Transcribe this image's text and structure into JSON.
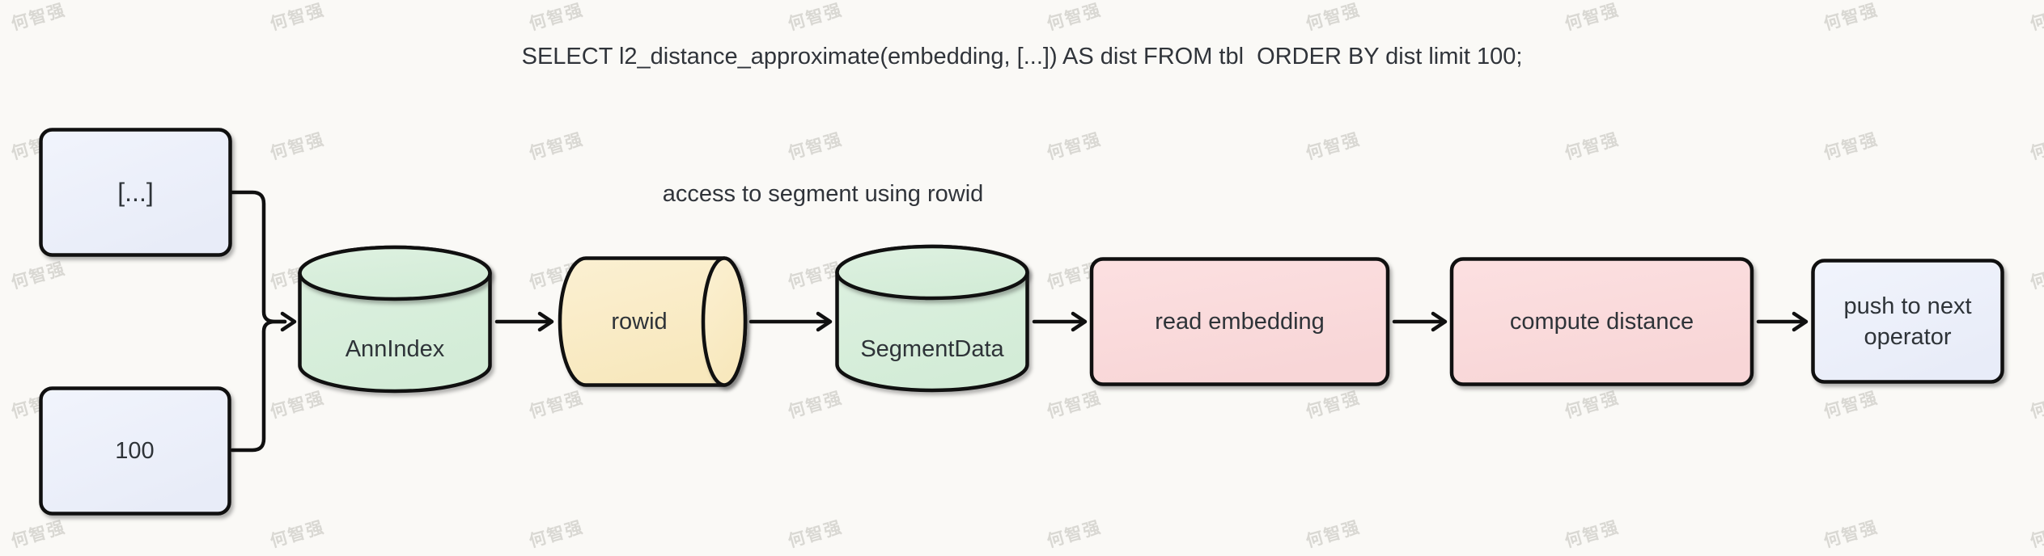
{
  "title": "SELECT l2_distance_approximate(embedding, [...]) AS dist FROM tbl  ORDER BY dist limit 100;",
  "annotation": "access to segment using rowid",
  "watermark": {
    "text": "何智强"
  },
  "colors": {
    "background": "#faf9f6",
    "stroke": "#101010",
    "input_fill": "#edf0fa",
    "index_fill": "#d8eedb",
    "rowid_fill": "#faecc8",
    "operator_fill": "#fadadb",
    "text": "#2e3338"
  },
  "nodes": {
    "vector_input": {
      "label": "[...]"
    },
    "limit_input": {
      "label": "100"
    },
    "ann_index": {
      "label": "AnnIndex"
    },
    "rowid": {
      "label": "rowid"
    },
    "segment_data": {
      "label": "SegmentData"
    },
    "read_embedding": {
      "label": "read embedding"
    },
    "compute_distance": {
      "label": "compute distance"
    },
    "push_next": {
      "label": "push to next operator"
    }
  }
}
